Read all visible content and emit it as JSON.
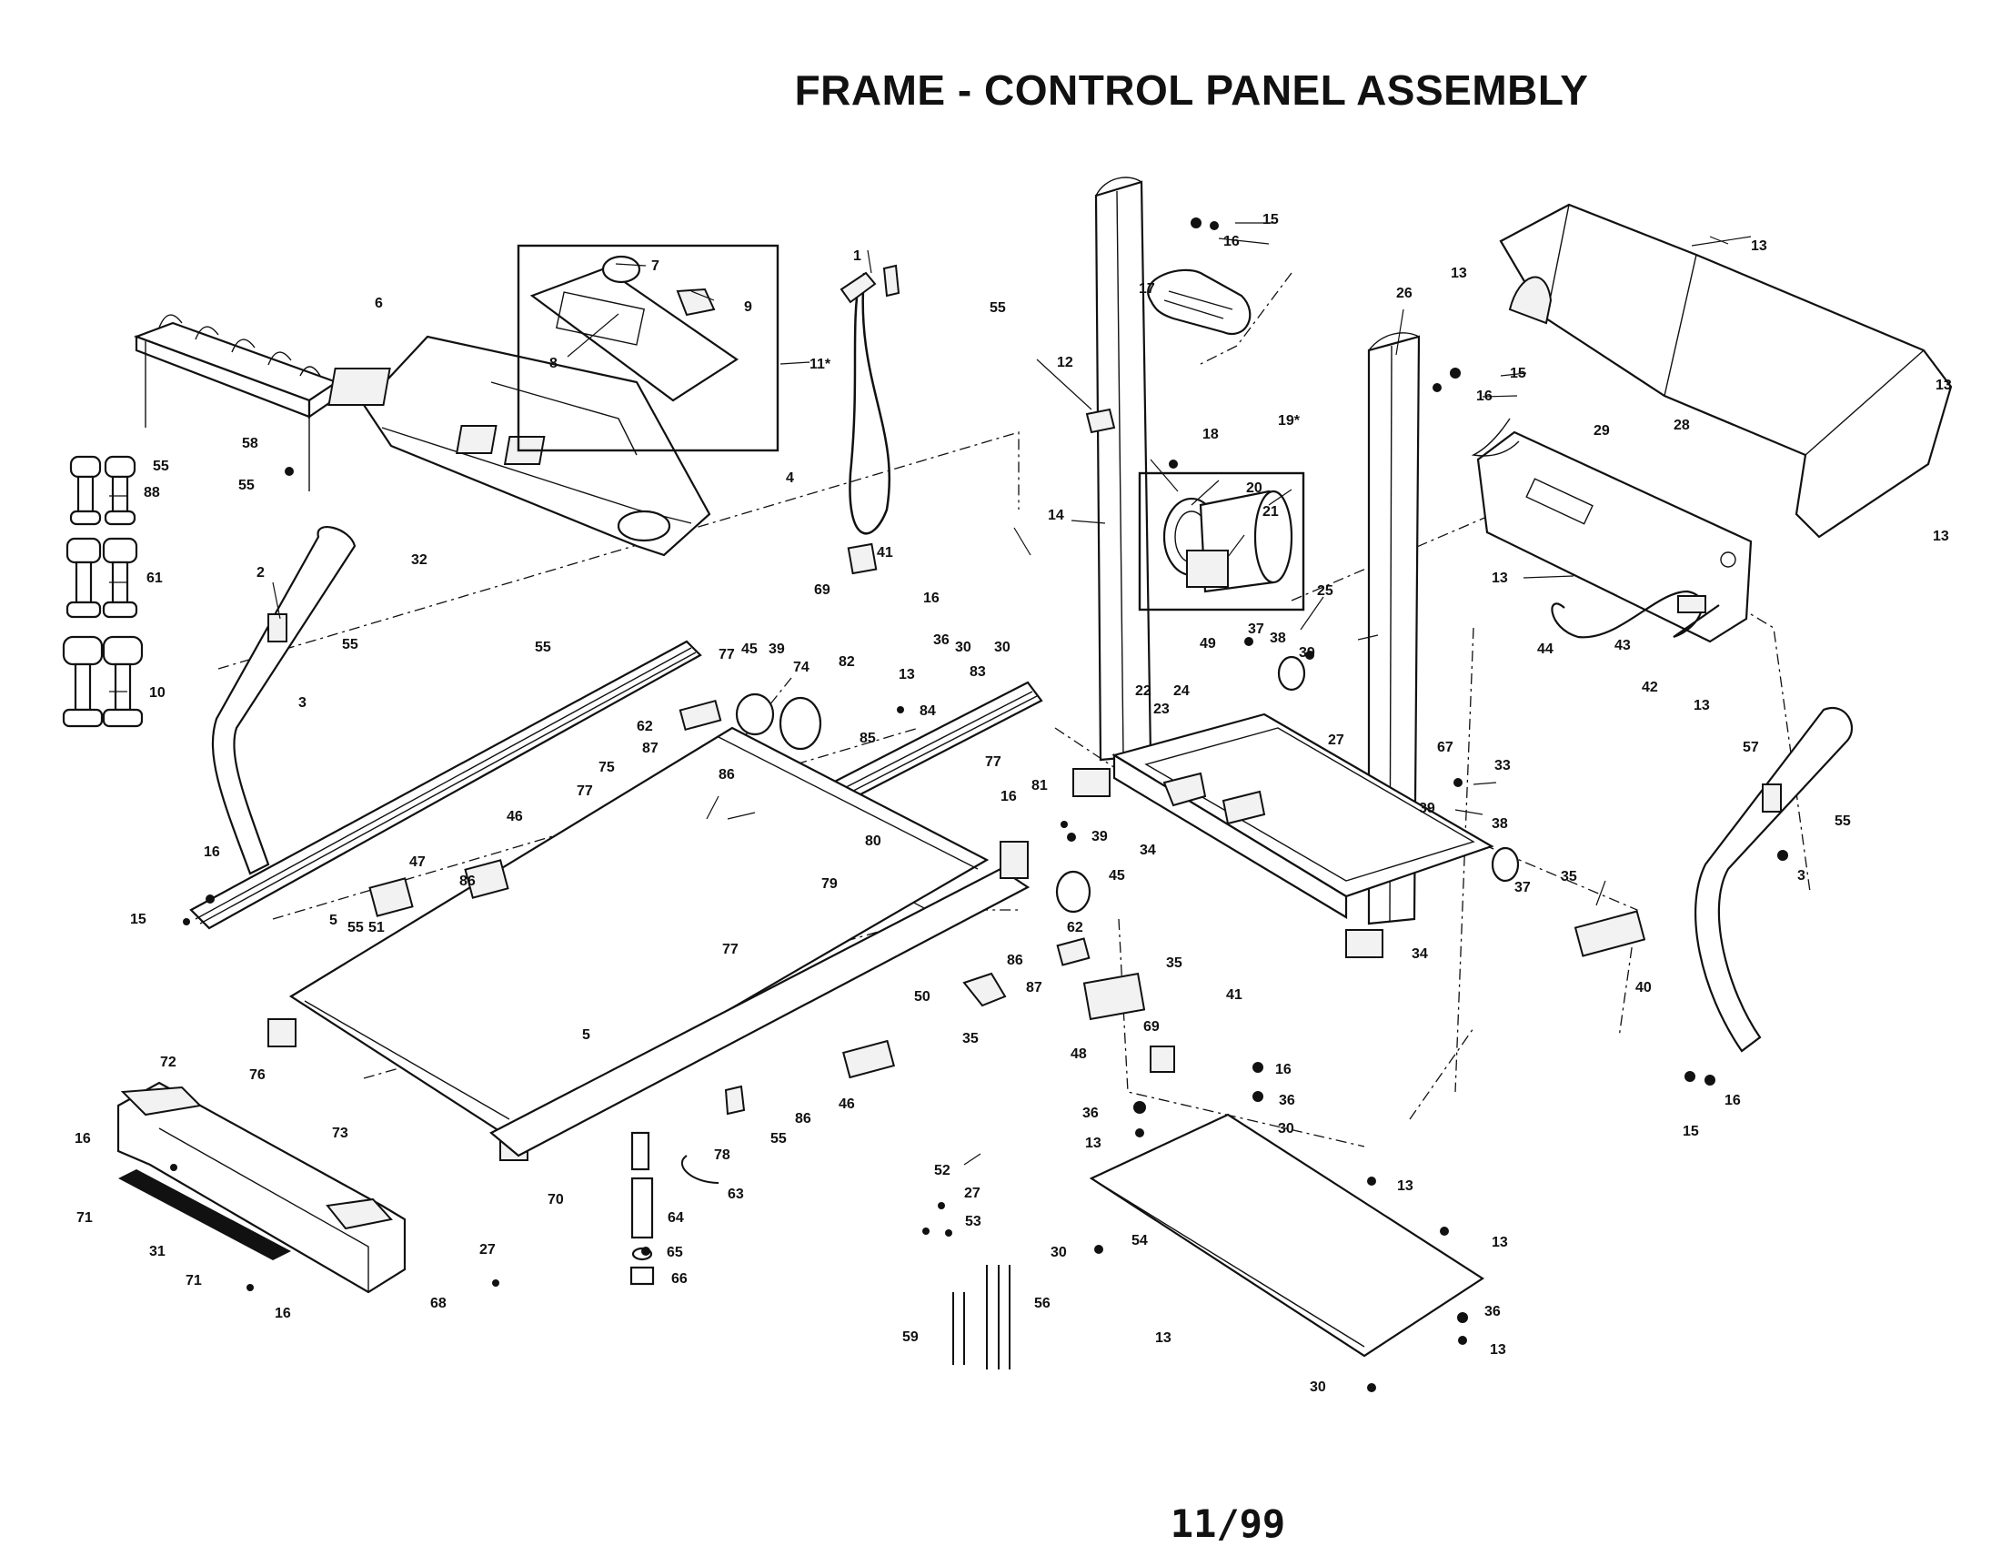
{
  "title": "FRAME - CONTROL PANEL ASSEMBLY",
  "page_number": "11/99",
  "callouts": [
    {
      "id": "c1",
      "label": "1"
    },
    {
      "id": "c2",
      "label": "2"
    },
    {
      "id": "c3",
      "label": "3"
    },
    {
      "id": "c3b",
      "label": "3"
    },
    {
      "id": "c4",
      "label": "4"
    },
    {
      "id": "c5",
      "label": "5"
    },
    {
      "id": "c5b",
      "label": "5"
    },
    {
      "id": "c6",
      "label": "6"
    },
    {
      "id": "c7",
      "label": "7"
    },
    {
      "id": "c8",
      "label": "8"
    },
    {
      "id": "c9",
      "label": "9"
    },
    {
      "id": "c10",
      "label": "10"
    },
    {
      "id": "c11",
      "label": "11*"
    },
    {
      "id": "c12",
      "label": "12"
    },
    {
      "id": "c13a",
      "label": "13"
    },
    {
      "id": "c13b",
      "label": "13"
    },
    {
      "id": "c13c",
      "label": "13"
    },
    {
      "id": "c13d",
      "label": "13"
    },
    {
      "id": "c13e",
      "label": "13"
    },
    {
      "id": "c13f",
      "label": "13"
    },
    {
      "id": "c13g",
      "label": "13"
    },
    {
      "id": "c13h",
      "label": "13"
    },
    {
      "id": "c13i",
      "label": "13"
    },
    {
      "id": "c13j",
      "label": "13"
    },
    {
      "id": "c13k",
      "label": "13"
    },
    {
      "id": "c13l",
      "label": "13"
    },
    {
      "id": "c14",
      "label": "14"
    },
    {
      "id": "c15a",
      "label": "15"
    },
    {
      "id": "c15b",
      "label": "15"
    },
    {
      "id": "c15c",
      "label": "15"
    },
    {
      "id": "c15d",
      "label": "15"
    },
    {
      "id": "c16a",
      "label": "16"
    },
    {
      "id": "c16b",
      "label": "16"
    },
    {
      "id": "c16c",
      "label": "16"
    },
    {
      "id": "c16d",
      "label": "16"
    },
    {
      "id": "c16e",
      "label": "16"
    },
    {
      "id": "c16f",
      "label": "16"
    },
    {
      "id": "c16g",
      "label": "16"
    },
    {
      "id": "c16h",
      "label": "16"
    },
    {
      "id": "c16i",
      "label": "16"
    },
    {
      "id": "c17",
      "label": "17"
    },
    {
      "id": "c18",
      "label": "18"
    },
    {
      "id": "c19",
      "label": "19*"
    },
    {
      "id": "c20",
      "label": "20"
    },
    {
      "id": "c21",
      "label": "21"
    },
    {
      "id": "c22",
      "label": "22"
    },
    {
      "id": "c23",
      "label": "23"
    },
    {
      "id": "c24",
      "label": "24"
    },
    {
      "id": "c25",
      "label": "25"
    },
    {
      "id": "c26",
      "label": "26"
    },
    {
      "id": "c27a",
      "label": "27"
    },
    {
      "id": "c27b",
      "label": "27"
    },
    {
      "id": "c27c",
      "label": "27"
    },
    {
      "id": "c28",
      "label": "28"
    },
    {
      "id": "c29",
      "label": "29"
    },
    {
      "id": "c30a",
      "label": "30"
    },
    {
      "id": "c30b",
      "label": "30"
    },
    {
      "id": "c30c",
      "label": "30"
    },
    {
      "id": "c30d",
      "label": "30"
    },
    {
      "id": "c30e",
      "label": "30"
    },
    {
      "id": "c31",
      "label": "31"
    },
    {
      "id": "c32",
      "label": "32"
    },
    {
      "id": "c33",
      "label": "33"
    },
    {
      "id": "c34a",
      "label": "34"
    },
    {
      "id": "c34b",
      "label": "34"
    },
    {
      "id": "c35a",
      "label": "35"
    },
    {
      "id": "c35b",
      "label": "35"
    },
    {
      "id": "c35c",
      "label": "35"
    },
    {
      "id": "c36a",
      "label": "36"
    },
    {
      "id": "c36b",
      "label": "36"
    },
    {
      "id": "c36c",
      "label": "36"
    },
    {
      "id": "c36d",
      "label": "36"
    },
    {
      "id": "c37a",
      "label": "37"
    },
    {
      "id": "c37b",
      "label": "37"
    },
    {
      "id": "c38a",
      "label": "38"
    },
    {
      "id": "c38b",
      "label": "38"
    },
    {
      "id": "c39a",
      "label": "39"
    },
    {
      "id": "c39b",
      "label": "39"
    },
    {
      "id": "c39c",
      "label": "39"
    },
    {
      "id": "c39d",
      "label": "39"
    },
    {
      "id": "c40",
      "label": "40"
    },
    {
      "id": "c41a",
      "label": "41"
    },
    {
      "id": "c41b",
      "label": "41"
    },
    {
      "id": "c42",
      "label": "42"
    },
    {
      "id": "c43",
      "label": "43"
    },
    {
      "id": "c44",
      "label": "44"
    },
    {
      "id": "c45a",
      "label": "45"
    },
    {
      "id": "c45b",
      "label": "45"
    },
    {
      "id": "c46a",
      "label": "46"
    },
    {
      "id": "c46b",
      "label": "46"
    },
    {
      "id": "c47",
      "label": "47"
    },
    {
      "id": "c48",
      "label": "48"
    },
    {
      "id": "c49",
      "label": "49"
    },
    {
      "id": "c50",
      "label": "50"
    },
    {
      "id": "c51",
      "label": "51"
    },
    {
      "id": "c52",
      "label": "52"
    },
    {
      "id": "c53",
      "label": "53"
    },
    {
      "id": "c54",
      "label": "54"
    },
    {
      "id": "c55a",
      "label": "55"
    },
    {
      "id": "c55b",
      "label": "55"
    },
    {
      "id": "c55c",
      "label": "55"
    },
    {
      "id": "c55d",
      "label": "55"
    },
    {
      "id": "c55e",
      "label": "55"
    },
    {
      "id": "c55f",
      "label": "55"
    },
    {
      "id": "c55g",
      "label": "55"
    },
    {
      "id": "c55h",
      "label": "55"
    },
    {
      "id": "c56",
      "label": "56"
    },
    {
      "id": "c57",
      "label": "57"
    },
    {
      "id": "c58",
      "label": "58"
    },
    {
      "id": "c59",
      "label": "59"
    },
    {
      "id": "c61",
      "label": "61"
    },
    {
      "id": "c62a",
      "label": "62"
    },
    {
      "id": "c62b",
      "label": "62"
    },
    {
      "id": "c63",
      "label": "63"
    },
    {
      "id": "c64",
      "label": "64"
    },
    {
      "id": "c65",
      "label": "65"
    },
    {
      "id": "c66",
      "label": "66"
    },
    {
      "id": "c67",
      "label": "67"
    },
    {
      "id": "c68",
      "label": "68"
    },
    {
      "id": "c69a",
      "label": "69"
    },
    {
      "id": "c69b",
      "label": "69"
    },
    {
      "id": "c70",
      "label": "70"
    },
    {
      "id": "c71a",
      "label": "71"
    },
    {
      "id": "c71b",
      "label": "71"
    },
    {
      "id": "c72",
      "label": "72"
    },
    {
      "id": "c73",
      "label": "73"
    },
    {
      "id": "c74",
      "label": "74"
    },
    {
      "id": "c75",
      "label": "75"
    },
    {
      "id": "c76",
      "label": "76"
    },
    {
      "id": "c77a",
      "label": "77"
    },
    {
      "id": "c77b",
      "label": "77"
    },
    {
      "id": "c77c",
      "label": "77"
    },
    {
      "id": "c77d",
      "label": "77"
    },
    {
      "id": "c78",
      "label": "78"
    },
    {
      "id": "c79",
      "label": "79"
    },
    {
      "id": "c80",
      "label": "80"
    },
    {
      "id": "c81",
      "label": "81"
    },
    {
      "id": "c82",
      "label": "82"
    },
    {
      "id": "c83",
      "label": "83"
    },
    {
      "id": "c84",
      "label": "84"
    },
    {
      "id": "c85",
      "label": "85"
    },
    {
      "id": "c86a",
      "label": "86"
    },
    {
      "id": "c86b",
      "label": "86"
    },
    {
      "id": "c86c",
      "label": "86"
    },
    {
      "id": "c86d",
      "label": "86"
    },
    {
      "id": "c87a",
      "label": "87"
    },
    {
      "id": "c87b",
      "label": "87"
    },
    {
      "id": "c88",
      "label": "88"
    }
  ]
}
